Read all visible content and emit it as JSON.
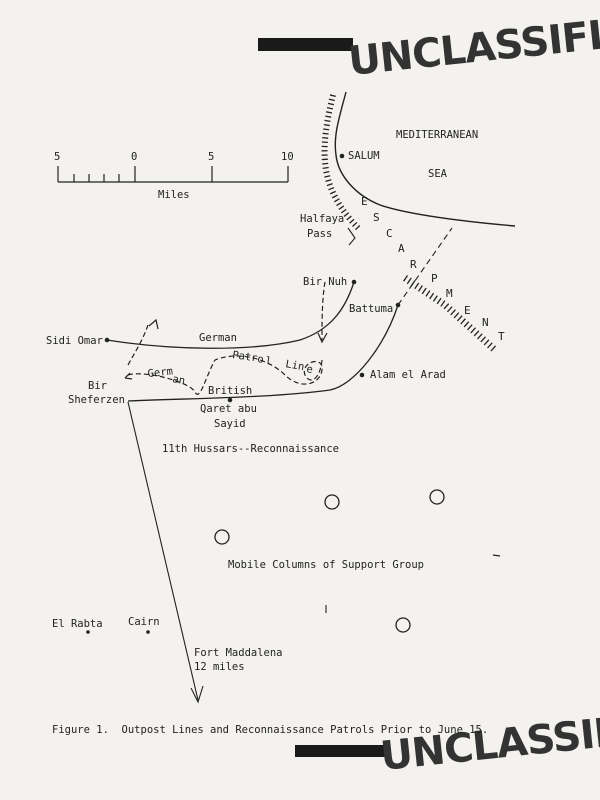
{
  "stamps": {
    "top": "UNCLASSIFIED",
    "bottom": "UNCLASSIFIED"
  },
  "scale": {
    "ticks": [
      "5",
      "0",
      "5",
      "10"
    ],
    "unit": "Miles"
  },
  "sea": {
    "line1": "MEDITERRANEAN",
    "line2": "SEA"
  },
  "escarpment_letters": [
    "E",
    "S",
    "C",
    "A",
    "R",
    "P",
    "M",
    "E",
    "N",
    "T"
  ],
  "places": {
    "salum": "SALUM",
    "halfaya_1": "Halfaya",
    "halfaya_2": "Pass",
    "bir_nuh": "Bir Nuh",
    "battuma": "Battuma",
    "sidi_omar": "Sidi Omar",
    "alam_el_arad": "Alam el Arad",
    "bir_1": "Bir",
    "bir_2": "Sheferzen",
    "qaret_1": "Qaret abu",
    "qaret_2": "Sayid",
    "el_rabta": "El Rabta",
    "cairn": "Cairn",
    "fort_1": "Fort Maddalena",
    "fort_2": "12 miles"
  },
  "lines": {
    "german_top": "German",
    "patrol_p1": "Patr",
    "patrol_p2": "o",
    "patrol_p3": "l",
    "line_p1": "Lin",
    "line_p2": "e",
    "german_low_p1": "Germ",
    "german_low_p2": "an",
    "british": "British"
  },
  "units": {
    "hussars": "11th Hussars--Reconnaissance",
    "mobile": "Mobile Columns of Support Group"
  },
  "caption": "Figure 1.  Outpost Lines and Reconnaissance Patrols Prior to June 15."
}
